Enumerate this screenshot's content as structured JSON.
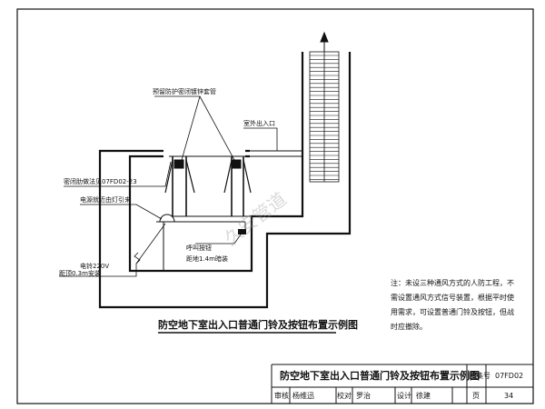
{
  "labels": {
    "sleeve": "预留防护密闭镀锌套管",
    "outdoor_entrance": "室外出入口",
    "door_frame": "密闭肋做法见07FD02-23",
    "power_lead": "电源就近由灯引来",
    "call_button": "呼叫按钮",
    "button_height": "距地1.4m暗装",
    "bell_voltage": "电铃220V",
    "bell_height": "距顶0.3m安装"
  },
  "diagram_title": "防空地下室出入口普通门铃及按钮布置示例图",
  "note": "注：未设三种通风方式的人防工程，不需设置通风方式信号装置，根据平时使用需求，可设置普通门铃及按钮，但战时应撤除。",
  "title_block": {
    "title": "防空地下室出入口普通门铃及按钮布置示例图",
    "atlas_label": "图集号",
    "atlas_no": "07FD02",
    "review_label": "审核",
    "reviewer": "杨维迅",
    "check_label": "校对",
    "checker": "罗治",
    "design_label": "设计",
    "designer": "徐建",
    "page_label": "页",
    "page_no": "34"
  },
  "watermark": "久安管道"
}
